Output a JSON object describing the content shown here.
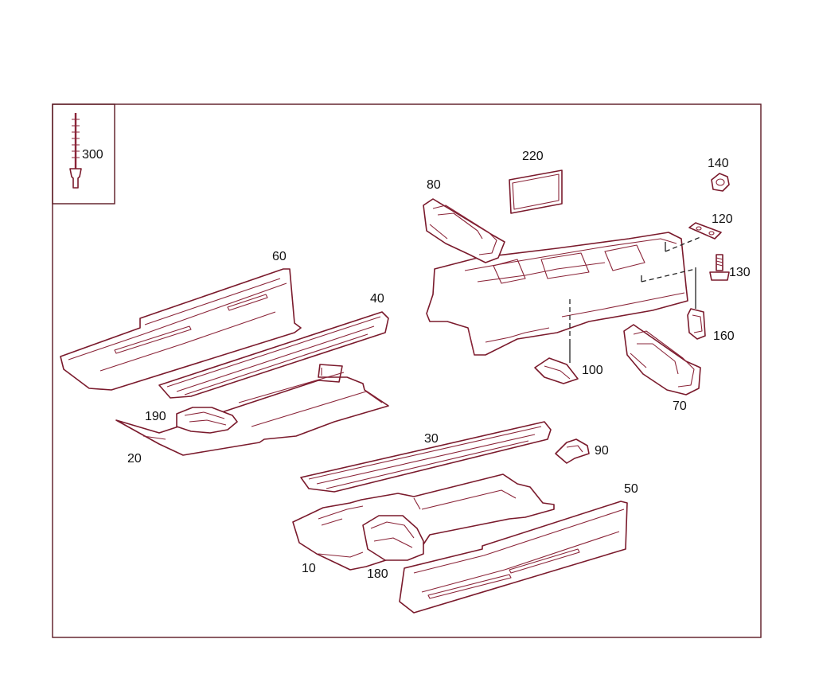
{
  "parts": {
    "p10": "10",
    "p20": "20",
    "p30": "30",
    "p40": "40",
    "p50": "50",
    "p60": "60",
    "p70": "70",
    "p80": "80",
    "p90": "90",
    "p100": "100",
    "p120": "120",
    "p130": "130",
    "p140": "140",
    "p160": "160",
    "p180": "180",
    "p190": "190",
    "p220": "220",
    "p300": "300"
  },
  "colors": {
    "line": "#7a1a2c",
    "frame": "#5a1822",
    "text": "#111111"
  }
}
